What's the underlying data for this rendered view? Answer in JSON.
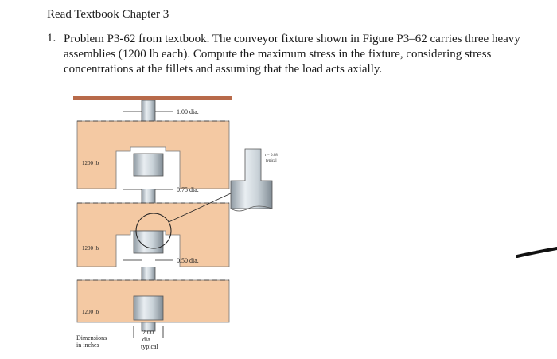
{
  "heading": "Read Textbook Chapter 3",
  "problem": {
    "number": "1.",
    "text": "Problem P3-62 from textbook. The conveyor fixture shown in Figure P3–62 carries three heavy assemblies (1200 lb each). Compute the maximum stress in the fixture, considering stress concentrations at the fillets and assuming that the load acts axially."
  },
  "figure": {
    "labels": {
      "dia_top": "1.00 dia.",
      "dia_mid": "0.75 dia.",
      "dia_low": "0.50 dia.",
      "load_1": "1200 lb",
      "load_2": "1200 lb",
      "load_3": "1200 lb",
      "fillet_r": "r = 0.08",
      "fillet_typ": "typical",
      "dimensions": "Dimensions",
      "in_inches": "in inches",
      "bottom_dim": "2.00",
      "bottom_dia": "dia.",
      "bottom_typ": "typical"
    },
    "colors": {
      "rail": "#b86a4a",
      "block": "#f4c9a3",
      "block_edge": "#7a7a7a",
      "rod": "#b8c4cc",
      "rod_light": "#e8eef2"
    }
  }
}
